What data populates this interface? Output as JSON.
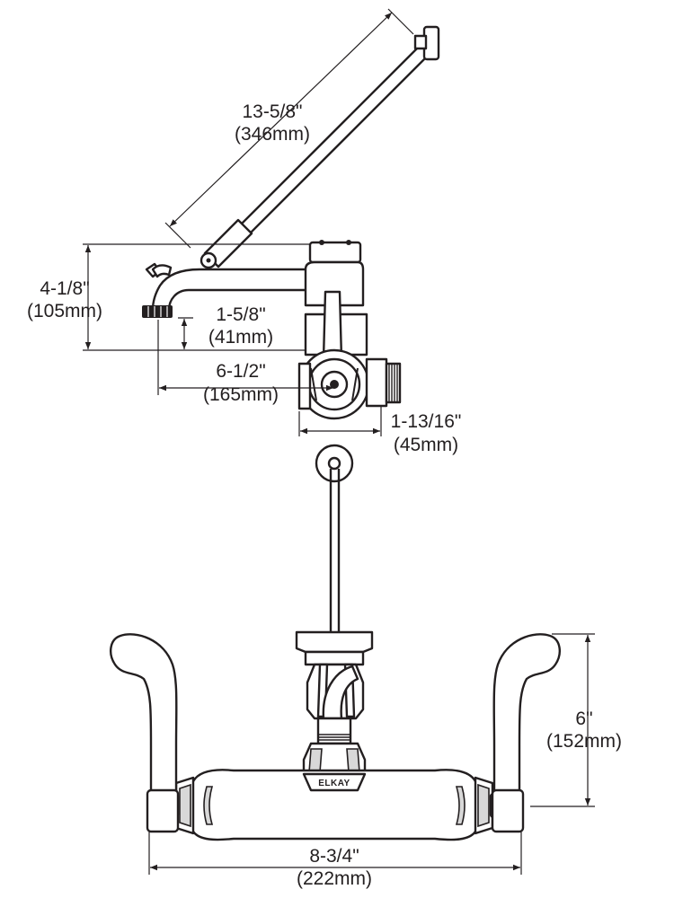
{
  "dimensions": {
    "arm_length": {
      "imperial": "13-5/8\"",
      "metric": "(346mm)"
    },
    "spout_height": {
      "imperial": "4-1/8\"",
      "metric": "(105mm)"
    },
    "outlet_height": {
      "imperial": "1-5/8\"",
      "metric": "(41mm)"
    },
    "spout_reach": {
      "imperial": "6-1/2\"",
      "metric": "(165mm)"
    },
    "body_depth": {
      "imperial": "1-13/16\"",
      "metric": "(45mm)"
    },
    "handle_height": {
      "imperial": "6\"",
      "metric": "(152mm)"
    },
    "overall_width": {
      "imperial": "8-3/4\"",
      "metric": "(222mm)"
    }
  },
  "brand": {
    "name": "ELKAY"
  }
}
